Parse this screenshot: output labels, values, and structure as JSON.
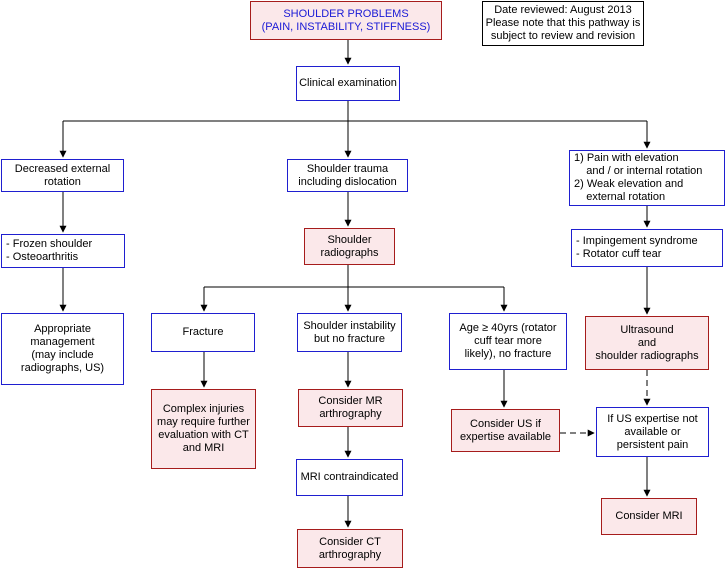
{
  "notice": {
    "lines": [
      "Date reviewed: August 2013",
      "Please note that this pathway is",
      "subject to review and revision"
    ]
  },
  "nodes": {
    "title": [
      "SHOULDER PROBLEMS",
      "(PAIN, INSTABILITY, STIFFNESS)"
    ],
    "exam": [
      "Clinical examination"
    ],
    "decreased_rotation": [
      "Decreased external",
      "rotation"
    ],
    "trauma": [
      "Shoulder trauma",
      "including dislocation"
    ],
    "pain_elevation": [
      "1) Pain with elevation",
      "    and / or internal rotation",
      "2) Weak elevation and",
      "    external rotation"
    ],
    "frozen": [
      "- Frozen shoulder",
      "- Osteoarthritis"
    ],
    "radiographs": [
      "Shoulder",
      "radiographs"
    ],
    "impingement": [
      "- Impingement syndrome",
      "- Rotator cuff tear"
    ],
    "appropriate_mgmt": [
      "Appropriate",
      "management",
      "(may include",
      "radiographs, US)"
    ],
    "fracture": [
      "Fracture"
    ],
    "instability": [
      "Shoulder instability",
      "but no fracture"
    ],
    "age40": [
      "Age ≥ 40yrs (rotator",
      "cuff tear more",
      "likely), no fracture"
    ],
    "ultrasound": [
      "Ultrasound",
      "and",
      "shoulder radiographs"
    ],
    "complex": [
      "Complex injuries",
      "may require further",
      "evaluation with CT",
      "and MRI"
    ],
    "mr_arthro": [
      "Consider MR",
      "arthrography"
    ],
    "us_expertise": [
      "Consider US if",
      "expertise available"
    ],
    "us_not_avail": [
      "If US expertise not",
      "available or",
      "persistent pain"
    ],
    "mri_contra": [
      "MRI contraindicated"
    ],
    "consider_mri": [
      "Consider MRI"
    ],
    "ct_arthro": [
      "Consider CT",
      "arthrography"
    ]
  },
  "colors": {
    "blue_border": "#1f1fd0",
    "red_border": "#a61c1c",
    "red_fill": "#fbe8ea",
    "title_text": "#1a1ad6",
    "connector": "#000000"
  }
}
